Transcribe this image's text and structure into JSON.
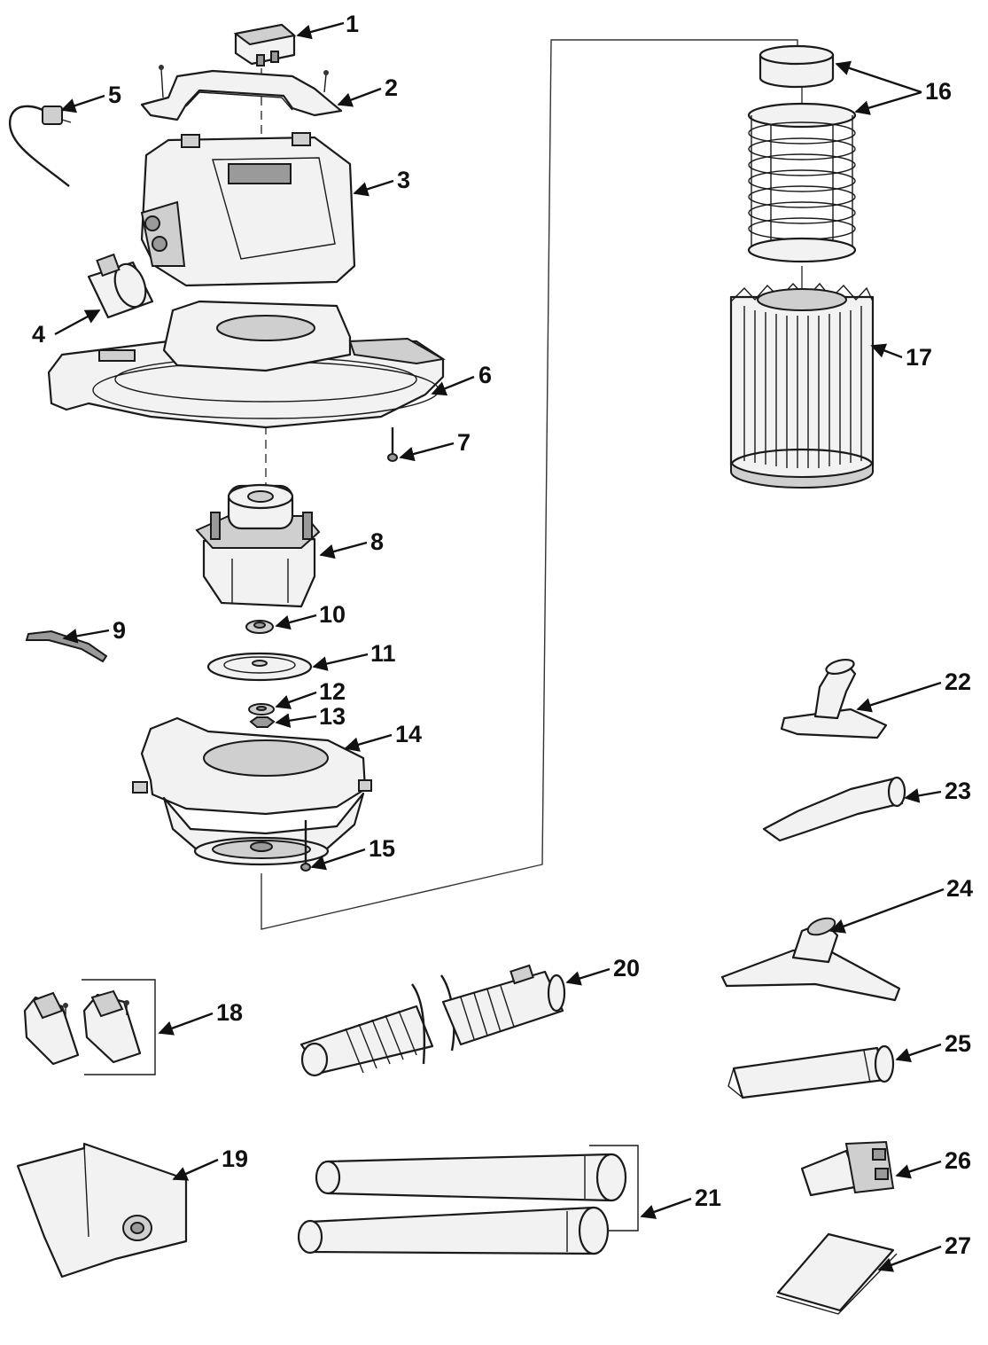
{
  "callouts": [
    {
      "id": "1",
      "label": "1"
    },
    {
      "id": "2",
      "label": "2"
    },
    {
      "id": "3",
      "label": "3"
    },
    {
      "id": "4",
      "label": "4"
    },
    {
      "id": "5",
      "label": "5"
    },
    {
      "id": "6",
      "label": "6"
    },
    {
      "id": "7",
      "label": "7"
    },
    {
      "id": "8",
      "label": "8"
    },
    {
      "id": "9",
      "label": "9"
    },
    {
      "id": "10",
      "label": "10"
    },
    {
      "id": "11",
      "label": "11"
    },
    {
      "id": "12",
      "label": "12"
    },
    {
      "id": "13",
      "label": "13"
    },
    {
      "id": "14",
      "label": "14"
    },
    {
      "id": "15",
      "label": "15"
    },
    {
      "id": "16",
      "label": "16"
    },
    {
      "id": "17",
      "label": "17"
    },
    {
      "id": "18",
      "label": "18"
    },
    {
      "id": "19",
      "label": "19"
    },
    {
      "id": "20",
      "label": "20"
    },
    {
      "id": "21",
      "label": "21"
    },
    {
      "id": "22",
      "label": "22"
    },
    {
      "id": "23",
      "label": "23"
    },
    {
      "id": "24",
      "label": "24"
    },
    {
      "id": "25",
      "label": "25"
    },
    {
      "id": "26",
      "label": "26"
    },
    {
      "id": "27",
      "label": "27"
    }
  ]
}
